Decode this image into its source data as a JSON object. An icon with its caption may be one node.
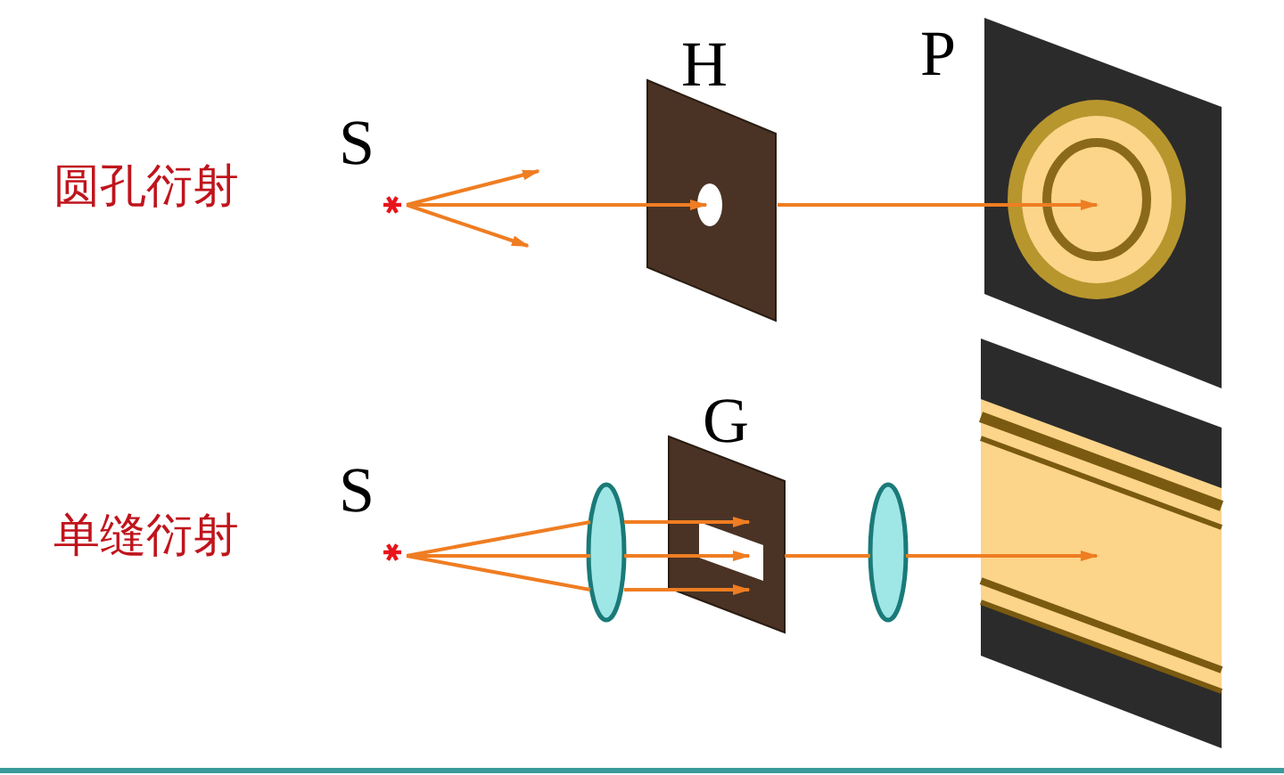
{
  "diagram": {
    "nodes": [
      {
        "text": [
          "S"
        ]
      },
      {
        "text": [
          "H"
        ]
      },
      {
        "text": [
          "P"
        ]
      },
      {
        "text": [
          "S"
        ]
      },
      {
        "text": [],
        "shape": "lens"
      },
      {
        "text": [
          "G"
        ]
      },
      {
        "text": [],
        "shape": "lens"
      },
      {
        "text": [],
        "shape": "box"
      }
    ],
    "edges": [
      {
        "from": 0,
        "to": null,
        "arrow": "to"
      },
      {
        "from": 0,
        "to": null,
        "arrow": "to"
      },
      {
        "from": 0,
        "to": 1,
        "arrow": "to"
      },
      {
        "from": 1,
        "to": 2,
        "arrow": "to"
      },
      {
        "from": 3,
        "to": 4,
        "arrow": "none"
      },
      {
        "from": 3,
        "to": 4,
        "arrow": "none"
      },
      {
        "from": 3,
        "to": 4,
        "arrow": "none"
      },
      {
        "from": 4,
        "to": 5,
        "arrow": "to"
      },
      {
        "from": 4,
        "to": 5,
        "arrow": "to"
      },
      {
        "from": 4,
        "to": 5,
        "arrow": "to"
      },
      {
        "from": 5,
        "to": 6,
        "arrow": "none"
      },
      {
        "from": 6,
        "to": 7,
        "arrow": "to"
      }
    ],
    "labels": [
      "圆孔衍射",
      "单缝衍射"
    ]
  }
}
